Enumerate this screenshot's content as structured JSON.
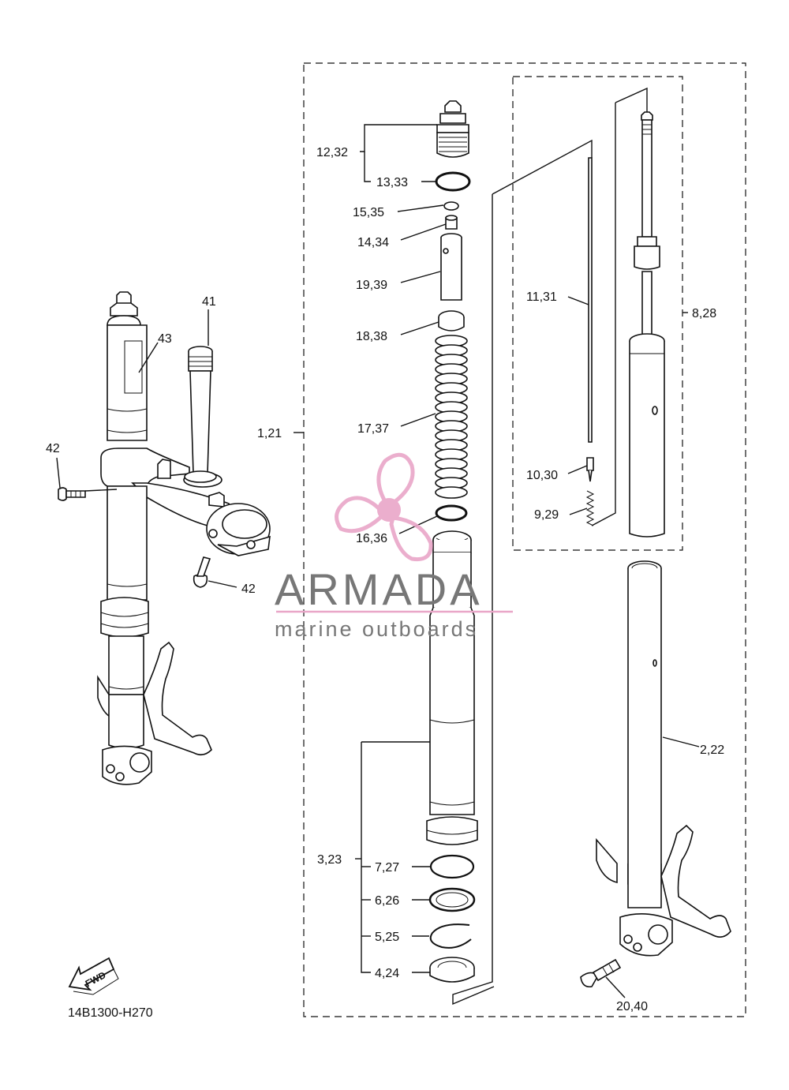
{
  "diagram_code": "14B1300-H270",
  "fwd_label": "FWD",
  "watermark": {
    "brand": "ARMADA",
    "tagline": "marine outboards",
    "accent_color": "#e9a6c8",
    "text_color": "#777777"
  },
  "callouts": {
    "c1_21": "1,21",
    "c2_22": "2,22",
    "c3_23": "3,23",
    "c4_24": "4,24",
    "c5_25": "5,25",
    "c6_26": "6,26",
    "c7_27": "7,27",
    "c8_28": "8,28",
    "c9_29": "9,29",
    "c10_30": "10,30",
    "c11_31": "11,31",
    "c12_32": "12,32",
    "c13_33": "13,33",
    "c14_34": "14,34",
    "c15_35": "15,35",
    "c16_36": "16,36",
    "c17_37": "17,37",
    "c18_38": "18,38",
    "c19_39": "19,39",
    "c20_40": "20,40",
    "c41": "41",
    "c42a": "42",
    "c42b": "42",
    "c43": "43"
  }
}
